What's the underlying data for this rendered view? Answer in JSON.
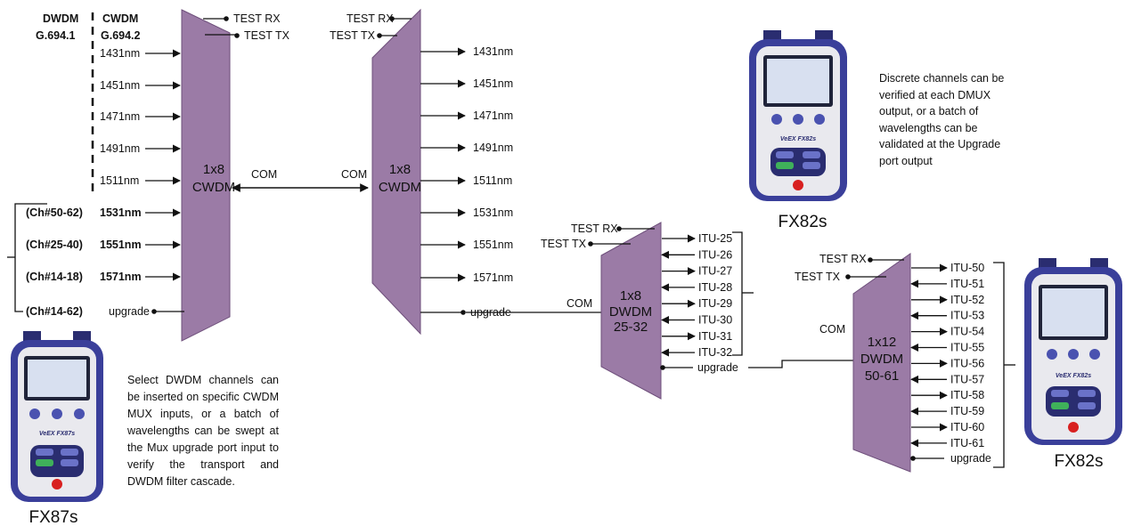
{
  "header": {
    "dwdm": "DWDM",
    "dwdm_std": "G.694.1",
    "cwdm": "CWDM",
    "cwdm_std": "G.694.2"
  },
  "mux": {
    "title": "1x8",
    "subtitle": "CWDM",
    "test_rx": "TEST RX",
    "test_tx": "TEST TX",
    "com": "COM",
    "inputs": [
      {
        "label": "1431nm",
        "bold": false,
        "dwdm": ""
      },
      {
        "label": "1451nm",
        "bold": false,
        "dwdm": ""
      },
      {
        "label": "1471nm",
        "bold": false,
        "dwdm": ""
      },
      {
        "label": "1491nm",
        "bold": false,
        "dwdm": ""
      },
      {
        "label": "1511nm",
        "bold": false,
        "dwdm": ""
      },
      {
        "label": "1531nm",
        "bold": true,
        "dwdm": "(Ch#50-62)"
      },
      {
        "label": "1551nm",
        "bold": true,
        "dwdm": "(Ch#25-40)"
      },
      {
        "label": "1571nm",
        "bold": true,
        "dwdm": "(Ch#14-18)"
      }
    ],
    "upgrade": "upgrade",
    "upgrade_dwdm": "(Ch#14-62)"
  },
  "demux": {
    "title": "1x8",
    "subtitle": "CWDM",
    "test_rx": "TEST RX",
    "test_tx": "TEST TX",
    "com": "COM",
    "outputs": [
      "1431nm",
      "1451nm",
      "1471nm",
      "1491nm",
      "1511nm",
      "1531nm",
      "1551nm",
      "1571nm"
    ],
    "upgrade": "upgrade"
  },
  "dwdm1": {
    "line1": "1x8",
    "line2": "DWDM",
    "line3": "25-32",
    "test_rx": "TEST RX",
    "test_tx": "TEST TX",
    "com": "COM",
    "channels": [
      "ITU-25",
      "ITU-26",
      "ITU-27",
      "ITU-28",
      "ITU-29",
      "ITU-30",
      "ITU-31",
      "ITU-32"
    ],
    "upgrade": "upgrade"
  },
  "dwdm2": {
    "line1": "1x12",
    "line2": "DWDM",
    "line3": "50-61",
    "test_rx": "TEST RX",
    "test_tx": "TEST TX",
    "com": "COM",
    "channels": [
      "ITU-50",
      "ITU-51",
      "ITU-52",
      "ITU-53",
      "ITU-54",
      "ITU-55",
      "ITU-56",
      "ITU-57",
      "ITU-58",
      "ITU-59",
      "ITU-60",
      "ITU-61"
    ],
    "upgrade": "upgrade"
  },
  "devices": {
    "fx87s": {
      "label": "FX87s",
      "brand": "VeEX",
      "model": "FX87s",
      "description": "Select DWDM channels can be inserted on specific CWDM MUX inputs, or a batch of wavelengths can be swept at the Mux upgrade port input to verify the transport and DWDM filter cascade."
    },
    "fx82s_top": {
      "label": "FX82s",
      "brand": "VeEX",
      "model": "FX82s",
      "description": "Discrete channels can be verified at each DMUX output, or a batch of wavelengths can be validated at the Upgrade port output"
    },
    "fx82s_right": {
      "label": "FX82s",
      "brand": "VeEX",
      "model": "FX82s"
    }
  },
  "colors": {
    "block_fill": "#9b7ba6",
    "block_stroke": "#6e4f7b",
    "device_body": "#3a3f9a",
    "device_face": "#e9e9ee",
    "screen": "#d8e0f0"
  }
}
